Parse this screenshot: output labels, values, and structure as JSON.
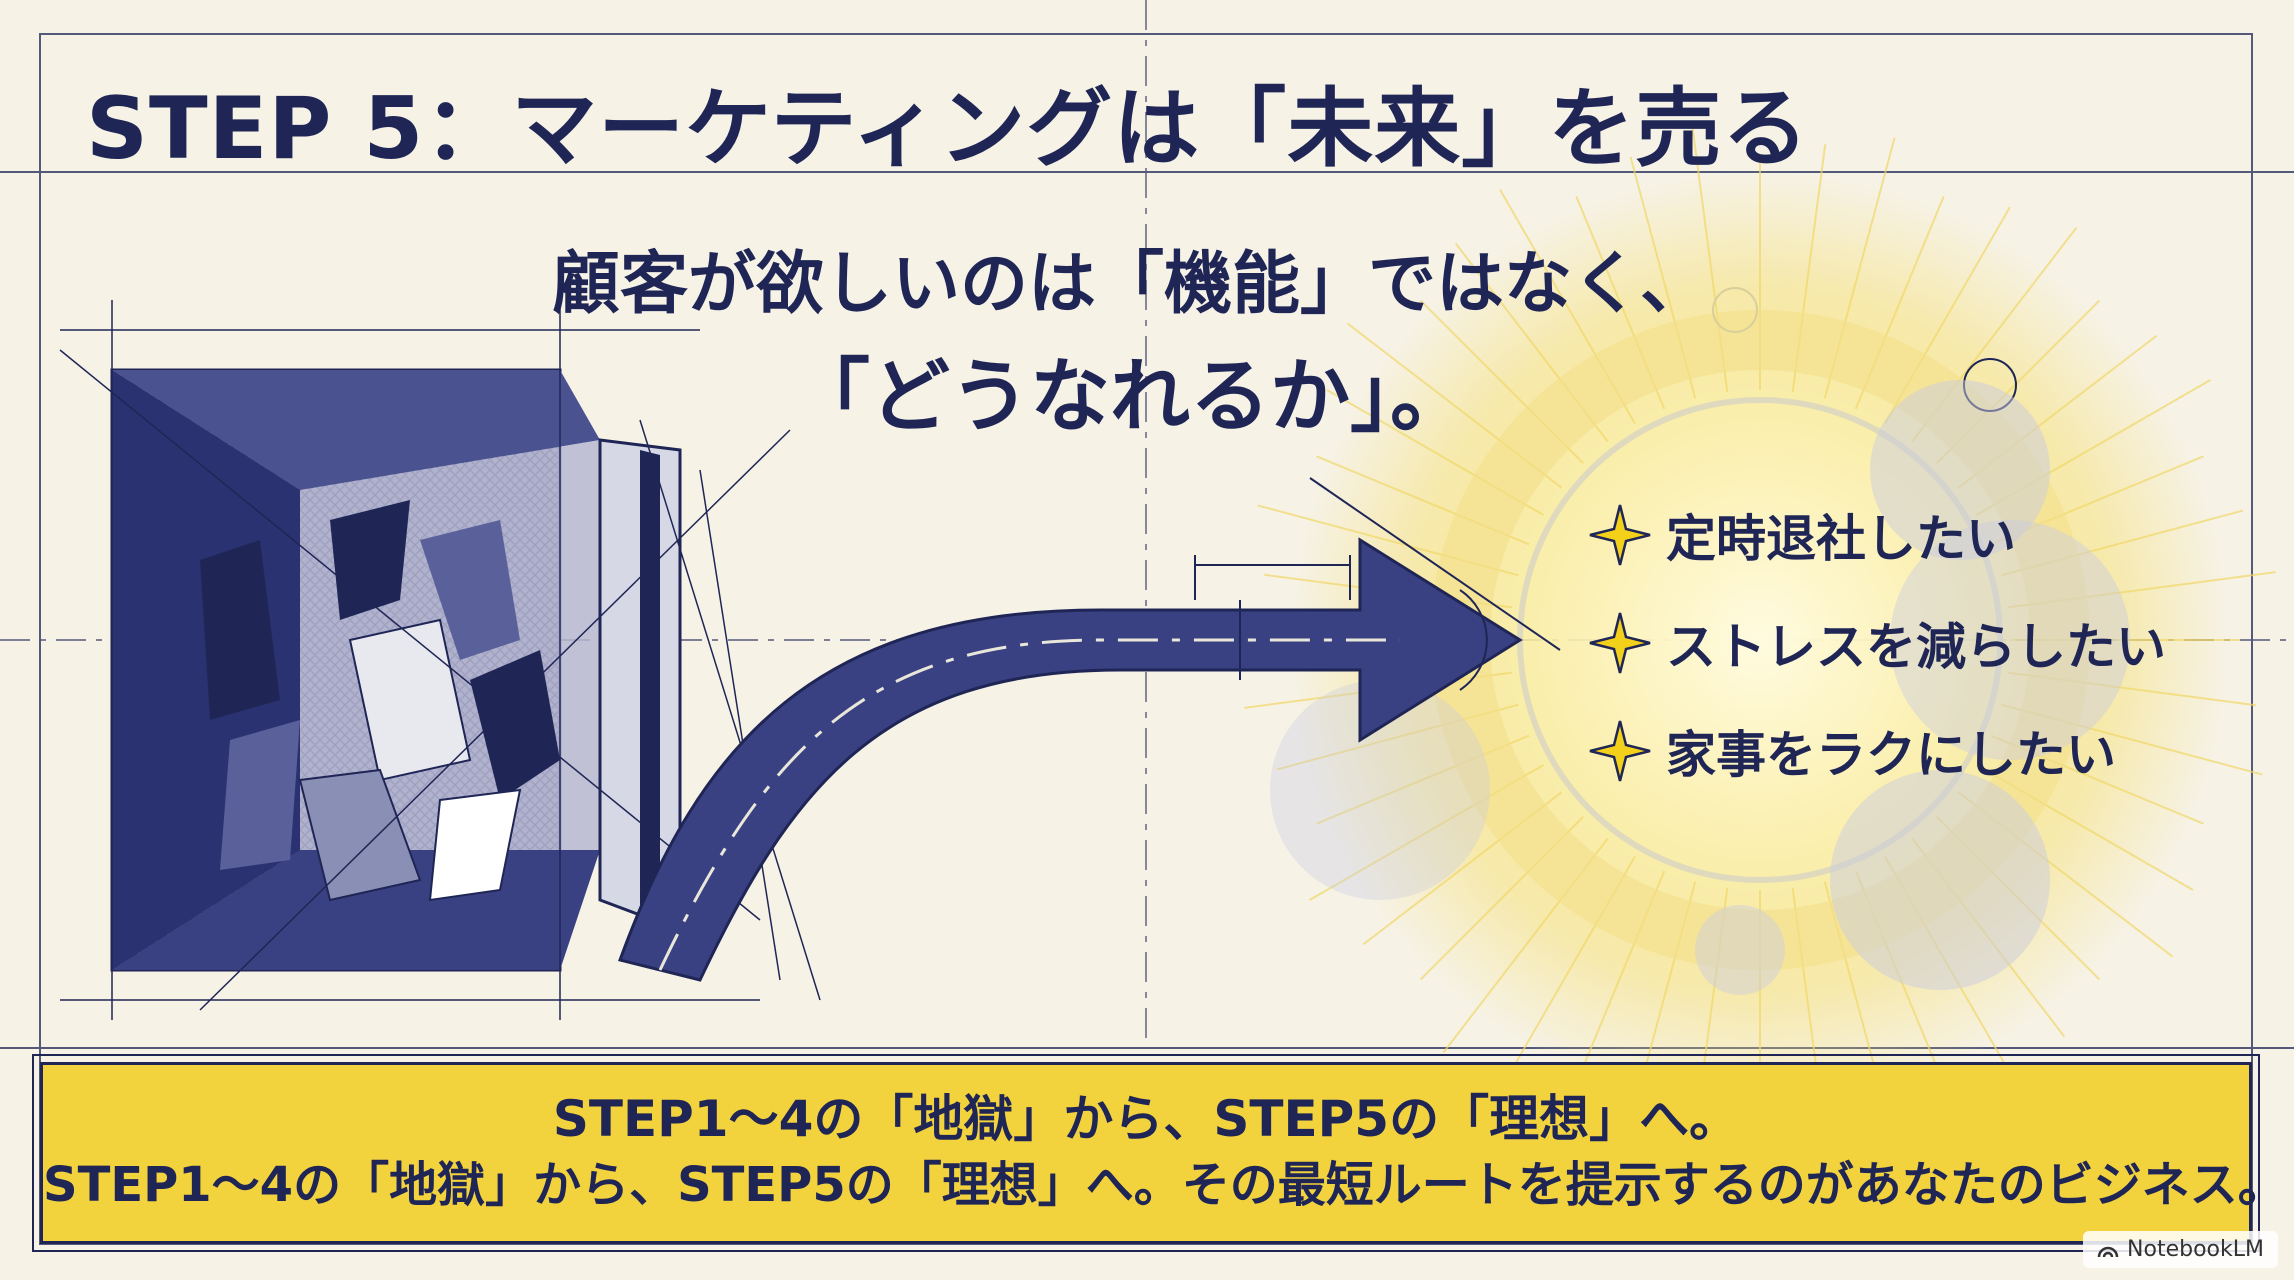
{
  "slide": {
    "title": "STEP 5：マーケティングは「未来」を売る",
    "headline_line1": "顧客が欲しいのは「機能」ではなく、",
    "headline_line2": "「どうなれるか」。",
    "wishes": [
      {
        "text": "定時退社したい",
        "icon": "sparkle-icon"
      },
      {
        "text": "ストレスを減らしたい",
        "icon": "sparkle-icon"
      },
      {
        "text": "家事をラクにしたい",
        "icon": "sparkle-icon"
      }
    ],
    "banner_line1": "STEP1～4の「地獄」から、STEP5の「理想」へ。",
    "banner_line2": "STEP1～4の「地獄」から、STEP5の「理想」へ。その最短ルートを提示するのがあなたのビジネス。"
  },
  "watermark": {
    "label": "NotebookLM",
    "icon": "notebooklm-logo-icon"
  },
  "colors": {
    "navy": "#1f2656",
    "banner_yellow": "#f2d33e",
    "glow_yellow": "#f7e27a",
    "background": "#f6f2e6",
    "star_yellow": "#f3d11a"
  }
}
